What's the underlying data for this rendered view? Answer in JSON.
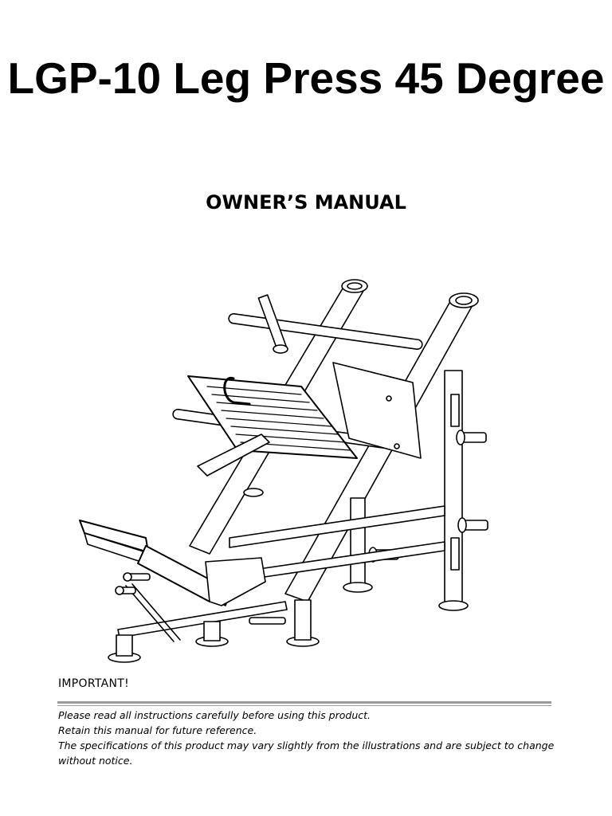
{
  "document": {
    "title": "LGP-10 Leg Press 45 Degree",
    "subtitle": "OWNER’S MANUAL",
    "illustration": {
      "icon": "leg-press-machine-line-drawing"
    },
    "notice": {
      "heading": "IMPORTANT!",
      "lines": [
        "Please read all instructions carefully before using this product.",
        "Retain this manual for future reference.",
        "The specifications of this product may vary slightly from the illustrations and are subject to change without notice."
      ]
    }
  }
}
